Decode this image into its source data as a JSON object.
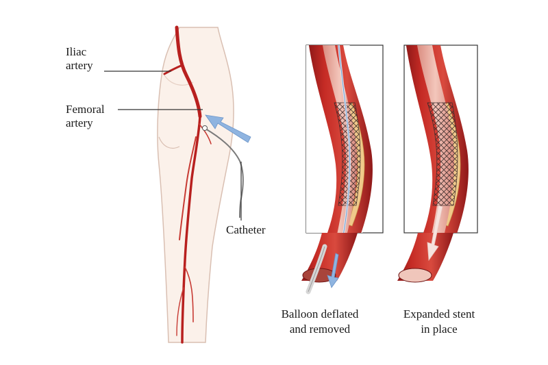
{
  "labels": {
    "iliac": [
      "Iliac",
      "artery"
    ],
    "femoral": [
      "Femoral",
      "artery"
    ],
    "catheter": "Catheter"
  },
  "captions": {
    "left": [
      "Balloon deflated",
      "and removed"
    ],
    "right": [
      "Expanded stent",
      "in place"
    ]
  },
  "colors": {
    "artery": "#b8201f",
    "artery_dark": "#7e1414",
    "skin": "#fbf1ea",
    "skin_outline": "#d9bfb2",
    "plaque": "#f0c98a",
    "arrow": "#8fb4e0",
    "frame": "#333333"
  }
}
